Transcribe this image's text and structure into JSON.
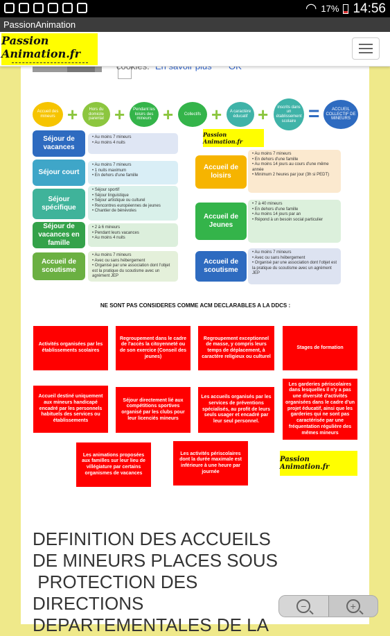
{
  "status": {
    "battery": "17%",
    "time": "14:56"
  },
  "app_title": "PassionAnimation",
  "header": {
    "logo_text": "Passion Animation.fr"
  },
  "cookie": {
    "text": "cookies.",
    "link": "En savoir plus",
    "ok": "OK"
  },
  "infographic": {
    "top_bubbles": [
      {
        "label": "Accueil des mineurs",
        "color": "#f6c400"
      },
      {
        "label": "Hors du domicile parental",
        "color": "#8cc63f"
      },
      {
        "label": "Pendant les loisirs des mineurs",
        "color": "#34b44a"
      },
      {
        "label": "Collectifs",
        "color": "#34b44a"
      },
      {
        "label": "A caractère éducatif",
        "color": "#3fb3a8"
      },
      {
        "label": "inscrits dans un établissement scolaire",
        "color": "#3fb3a8"
      },
      {
        "label": "ACCUEIL COLLECTIF DE MINEURS",
        "color": "#2e6bc0"
      }
    ],
    "left_categories": [
      {
        "label": "Séjour de vacances",
        "color": "#2e6bc0",
        "desc_bg": "#dfe6f4",
        "items": [
          "Au moins 7 mineurs",
          "Au moins 4 nuits"
        ]
      },
      {
        "label": "Séjour court",
        "color": "#3fa6c8",
        "desc_bg": "#d9eef6",
        "items": [
          "Au moins 7 mineurs",
          "1 nuits maximum",
          "En dehors d'une famille"
        ]
      },
      {
        "label": "Séjour spécifique",
        "color": "#3fb39a",
        "desc_bg": "#d9f0ea",
        "items": [
          "Séjour sportif",
          "Séjour linguistique",
          "Séjour artistique ou culturel",
          "Rencontres européennes de jeunes",
          "Chantier de bénévoles"
        ]
      },
      {
        "label": "Séjour de vacances en famille",
        "color": "#34a24a",
        "desc_bg": "#dcefdc",
        "items": [
          "2 à 6 mineurs",
          "Pendant leurs vacances",
          "Au moins 4 nuits"
        ]
      },
      {
        "label": "Accueil de scoutisme",
        "color": "#6bb042",
        "desc_bg": "#e4f0da",
        "items": [
          "Au moins 7 mineurs",
          "Avec ou sans hébergement",
          "Organisé par une association dont l'objet est la pratique du scoutisme avec un agrément JEP"
        ]
      }
    ],
    "right_logo": "Passion Animation.fr",
    "right_categories": [
      {
        "label": "Accueil de loisirs",
        "color": "#f6b400",
        "desc_bg": "#fbe9cf",
        "items": [
          "Au moins 7 mineurs",
          "En dehors d'une famille",
          "Au moins 14 jours au cours d'une même année",
          "Minimum 2 heures par jour (3h si PEDT)"
        ]
      },
      {
        "label": "Accueil de Jeunes",
        "color": "#34b44a",
        "desc_bg": "#dcf0dc",
        "items": [
          "7 à 40 mineurs",
          "En dehors d'une famille",
          "Au moins 14 jours par an",
          "Répond à un besoin social particulier"
        ]
      },
      {
        "label": "Accueil de scoutisme",
        "color": "#2e6bc0",
        "desc_bg": "#dde3f1",
        "items": [
          "Au moins 7 mineurs",
          "Avec ou sans hébergement",
          "Organisé par une association dont l'objet est la pratique du scoutisme avec un agrément JEP"
        ]
      }
    ],
    "not_considered_title": "NE SONT PAS CONSIDERES COMME ACM DECLARABLES A LA DDCS :",
    "red_boxes": [
      "Activités organisées par les établissements scolaires",
      "Regroupement dans le cadre de l'accès la citoyenneté ou de son exercice (Conseil des jeunes)",
      "Regroupement exceptionnel de masse, y compris leurs temps de déplacement, à caractère religieux ou culturel",
      "Stages de formation",
      "Accueil destiné uniquement aux mineurs handicapé encadré par les personnels habituels des services ou établissements",
      "Séjour directement lié aux compétitions sportives organisé par les clubs pour leur licenciés mineurs",
      "Les accueils organisés par les services de préventions spécialisés, au profit de leurs seuls usager et encadré par leur seul personnel.",
      "Les garderies périscolaires dans lesquelles il n'y a pas une diversité d'activités organisées dans le cadre d'un projet éducatif, ainsi que les garderies qui ne sont pas caractérisée par une fréquentation régulière des mêmes mineurs",
      "Les animations proposées aux familles sur leur lieu de villégiature par certains organismes de vacances",
      "Les activités périscolaires dont la durée maximale est inférieure à une heure par journée"
    ],
    "bottom_logo": "Passion Animation.fr"
  },
  "heading": "DEFINITION DES ACCUEILS\nDE MINEURS PLACES SOUS\n PROTECTION DES\nDIRECTIONS\nDEPARTEMENTALES DE LA"
}
